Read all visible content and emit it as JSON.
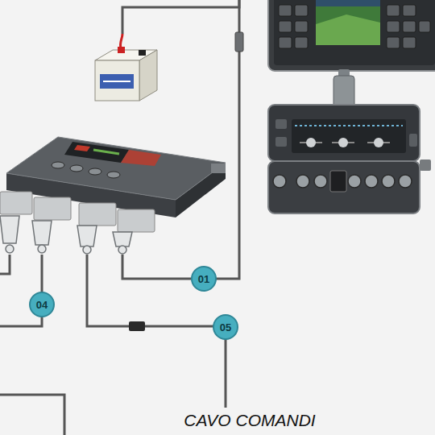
{
  "diagram": {
    "labels": [
      "01",
      "04",
      "05",
      "CAVO COMANDI"
    ]
  }
}
